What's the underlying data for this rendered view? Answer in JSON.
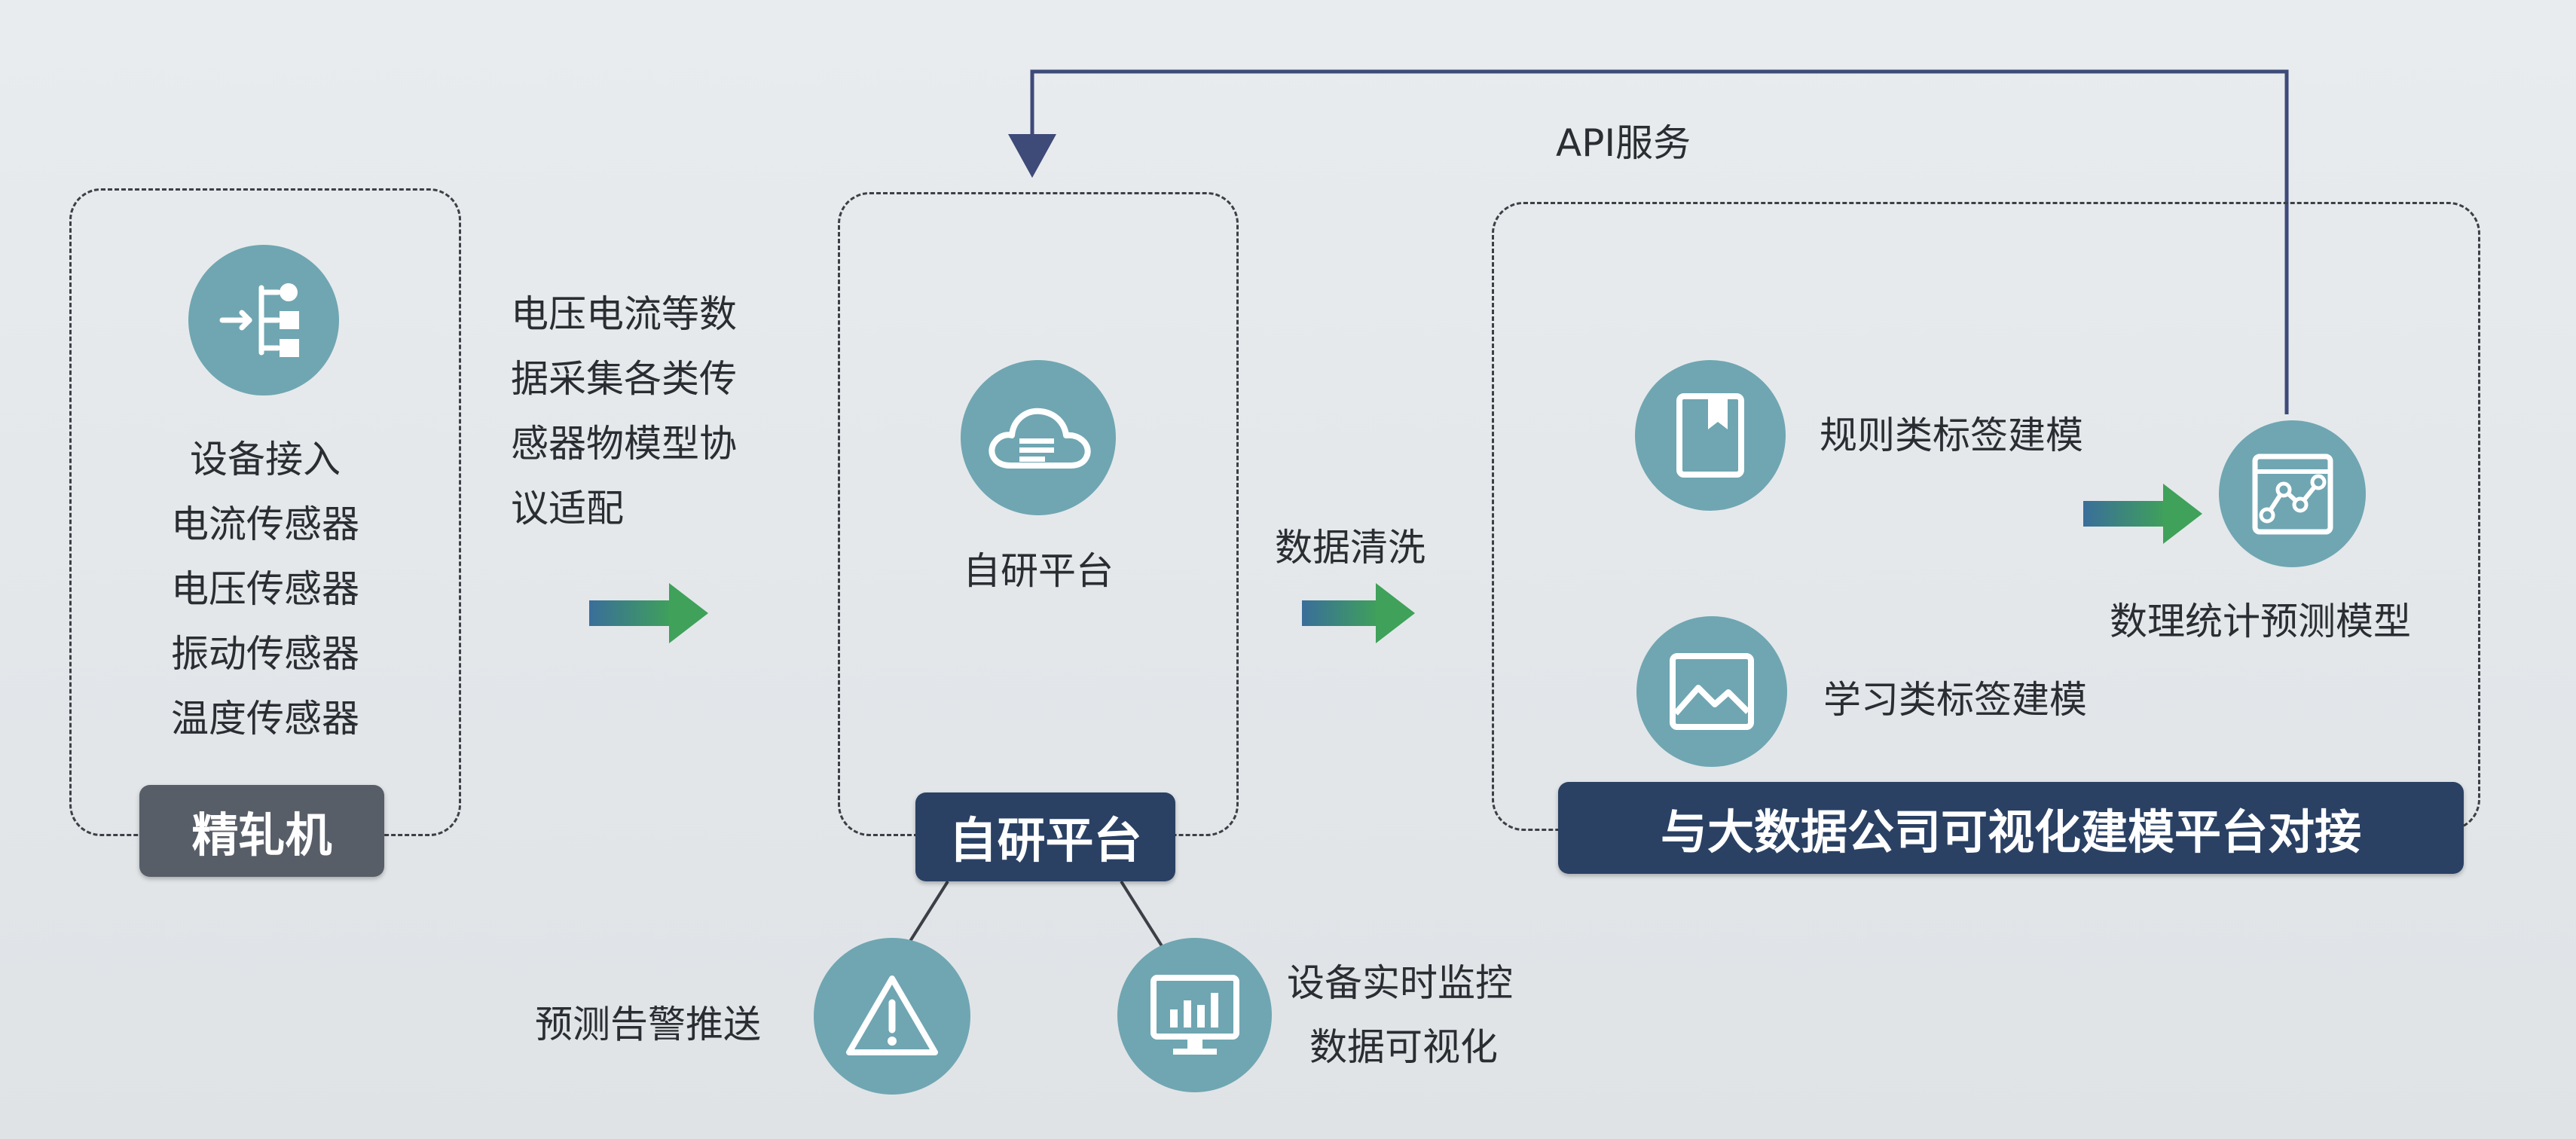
{
  "left": {
    "items": [
      "设备接入",
      "电流传感器",
      "电压传感器",
      "振动传感器",
      "温度传感器"
    ],
    "badge": "精轧机"
  },
  "arrow1_label": "电压电流等数\n据采集各类传\n感器物模型协\n议适配",
  "middle": {
    "label": "自研平台",
    "badge": "自研平台"
  },
  "arrow2_label": "数据清洗",
  "api_label": "API服务",
  "right": {
    "rule_label": "规则类标签建模",
    "learn_label": "学习类标签建模",
    "model_label": "数理统计预测模型",
    "badge": "与大数据公司可视化建模平台对接"
  },
  "bottom": {
    "alert_label": "预测告警推送",
    "monitor_line1": "设备实时监控",
    "monitor_line2": "数据可视化"
  },
  "colors": {
    "icon_fill": "#6fa6b2",
    "banner_blue": "#2a4164",
    "banner_gray": "#585e68",
    "arrow_start": "#3a6e9a",
    "arrow_end": "#3fa15a",
    "feedback_line": "#3e4a78"
  }
}
